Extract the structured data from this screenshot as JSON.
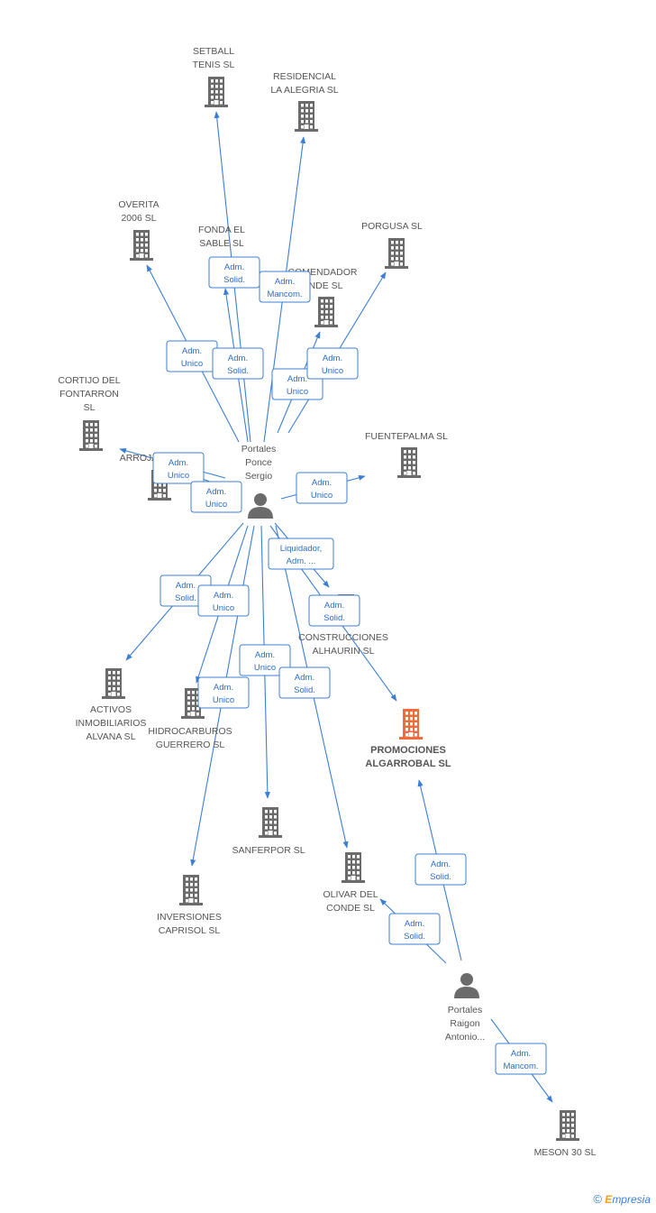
{
  "colors": {
    "edge": "#3b7fd4",
    "company": "#6b6b6b",
    "focus": "#f26b3a",
    "person": "#6b6b6b"
  },
  "brand": {
    "copyright": "©",
    "e": "E",
    "rest": "mpresia"
  },
  "nodes": [
    {
      "id": "setball",
      "kind": "company",
      "lines": [
        "SETBALL",
        "TENIS SL"
      ]
    },
    {
      "id": "residencial",
      "kind": "company",
      "lines": [
        "RESIDENCIAL",
        "LA ALEGRIA SL"
      ]
    },
    {
      "id": "overita",
      "kind": "company",
      "lines": [
        "OVERITA",
        "2006  SL"
      ]
    },
    {
      "id": "fonda",
      "kind": "company",
      "lines": [
        "FONDA EL",
        "SABLE SL"
      ]
    },
    {
      "id": "porgusa",
      "kind": "company",
      "lines": [
        "PORGUSA SL"
      ]
    },
    {
      "id": "comendador",
      "kind": "company",
      "lines": [
        "COMENDADOR",
        "ANDE SL"
      ]
    },
    {
      "id": "cortijo",
      "kind": "company",
      "lines": [
        "CORTIJO DEL",
        "FONTARRON",
        "SL"
      ]
    },
    {
      "id": "arroja",
      "kind": "company",
      "lines": [
        "ARROJA"
      ]
    },
    {
      "id": "fuentepalma",
      "kind": "company",
      "lines": [
        "FUENTEPALMA SL"
      ]
    },
    {
      "id": "ponce",
      "kind": "person",
      "lines": [
        "Portales",
        "Ponce",
        "Sergio"
      ]
    },
    {
      "id": "construcciones",
      "kind": "company",
      "lines": [
        "CONSTRUCCIONES",
        "ALHAURIN SL"
      ]
    },
    {
      "id": "activos",
      "kind": "company",
      "lines": [
        "ACTIVOS",
        "INMOBILIARIOS",
        "ALVANA SL"
      ]
    },
    {
      "id": "hidrocarburos",
      "kind": "company",
      "lines": [
        "HIDROCARBUROS",
        "GUERRERO SL"
      ]
    },
    {
      "id": "promociones",
      "kind": "focus",
      "lines": [
        "PROMOCIONES",
        "ALGARROBAL SL"
      ]
    },
    {
      "id": "sanferpor",
      "kind": "company",
      "lines": [
        "SANFERPOR  SL"
      ]
    },
    {
      "id": "olivar",
      "kind": "company",
      "lines": [
        "OLIVAR DEL",
        "CONDE SL"
      ]
    },
    {
      "id": "inversiones",
      "kind": "company",
      "lines": [
        "INVERSIONES",
        "CAPRISOL  SL"
      ]
    },
    {
      "id": "raigon",
      "kind": "person",
      "lines": [
        "Portales",
        "Raigon",
        "Antonio..."
      ]
    },
    {
      "id": "meson",
      "kind": "company",
      "lines": [
        "MESON 30 SL"
      ]
    }
  ],
  "edges": [
    {
      "from": "ponce",
      "to": "setball",
      "label": [
        "Adm.",
        "Solid."
      ]
    },
    {
      "from": "ponce",
      "to": "residencial",
      "label": [
        "Adm.",
        "Mancom."
      ]
    },
    {
      "from": "ponce",
      "to": "overita",
      "label": [
        "Adm.",
        "Unico"
      ]
    },
    {
      "from": "ponce",
      "to": "fonda",
      "label": [
        "Adm.",
        "Solid."
      ]
    },
    {
      "from": "ponce",
      "to": "comendador",
      "label": [
        "Adm.",
        "Unico"
      ]
    },
    {
      "from": "ponce",
      "to": "porgusa",
      "label": [
        "Adm.",
        "Unico"
      ]
    },
    {
      "from": "ponce",
      "to": "cortijo",
      "label": [
        "Adm.",
        "Unico"
      ]
    },
    {
      "from": "ponce",
      "to": "arroja",
      "label": [
        "Adm.",
        "Unico"
      ]
    },
    {
      "from": "ponce",
      "to": "fuentepalma",
      "label": [
        "Adm.",
        "Unico"
      ]
    },
    {
      "from": "ponce",
      "to": "construcciones",
      "label": [
        "Liquidador,",
        "Adm. ..."
      ]
    },
    {
      "from": "ponce",
      "to": "promociones",
      "label": [
        "Adm.",
        "Solid."
      ]
    },
    {
      "from": "ponce",
      "to": "activos",
      "label": [
        "Adm.",
        "Solid."
      ]
    },
    {
      "from": "ponce",
      "to": "hidrocarburos",
      "label": [
        "Adm.",
        "Unico"
      ]
    },
    {
      "from": "ponce",
      "to": "inversiones",
      "label": [
        "Adm.",
        "Unico"
      ]
    },
    {
      "from": "ponce",
      "to": "sanferpor",
      "label": [
        "Adm.",
        "Unico"
      ]
    },
    {
      "from": "ponce",
      "to": "olivar",
      "label": [
        "Adm.",
        "Solid."
      ]
    },
    {
      "from": "raigon",
      "to": "promociones",
      "label": [
        "Adm.",
        "Solid."
      ]
    },
    {
      "from": "raigon",
      "to": "olivar",
      "label": [
        "Adm.",
        "Solid."
      ]
    },
    {
      "from": "raigon",
      "to": "meson",
      "label": [
        "Adm.",
        "Mancom."
      ]
    }
  ]
}
